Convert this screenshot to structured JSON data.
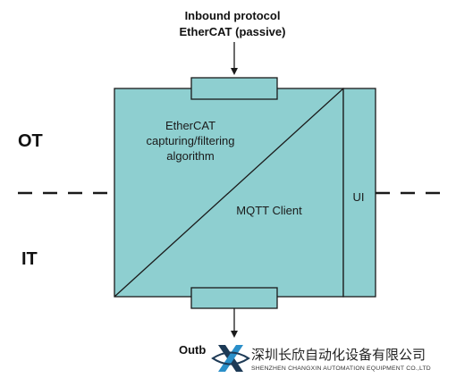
{
  "diagram": {
    "inbound_line1": "Inbound protocol",
    "inbound_line2": "EtherCAT (passive)",
    "ot_label": "OT",
    "it_label": "IT",
    "capture_line1": "EtherCAT",
    "capture_line2": "capturing/filtering",
    "capture_line3": "algorithm",
    "mqtt_label": "MQTT Client",
    "ui_label": "UI",
    "outbound_label": "Outb"
  },
  "watermark": {
    "company_cn": "深圳长欣自动化设备有限公司",
    "company_en": "SHENZHEN CHANGXIN AUTOMATION EQUIPMENT CO.,LTD"
  },
  "colors": {
    "box_fill": "#8ecfd0",
    "stroke": "#1a1a1a",
    "logo_dark": "#1d3a56",
    "logo_blue": "#2a8fc9"
  }
}
